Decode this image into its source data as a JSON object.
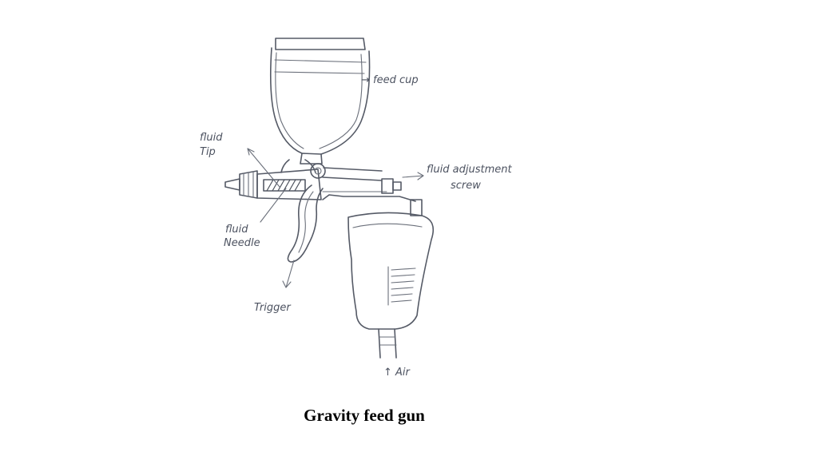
{
  "caption": "Gravity feed gun",
  "labels": {
    "feed_cup": "→ feed cup",
    "fluid_tip_line1": "fluid",
    "fluid_tip_line2": "Tip",
    "fluid_adjustment_line1": "fluid adjustment",
    "fluid_adjustment_line2": "screw",
    "fluid_needle_line1": "fluid",
    "fluid_needle_line2": "Needle",
    "trigger": "Trigger",
    "air": "↑ Air"
  },
  "colors": {
    "ink": "#555a66",
    "caption": "#000000",
    "background": "#ffffff"
  }
}
